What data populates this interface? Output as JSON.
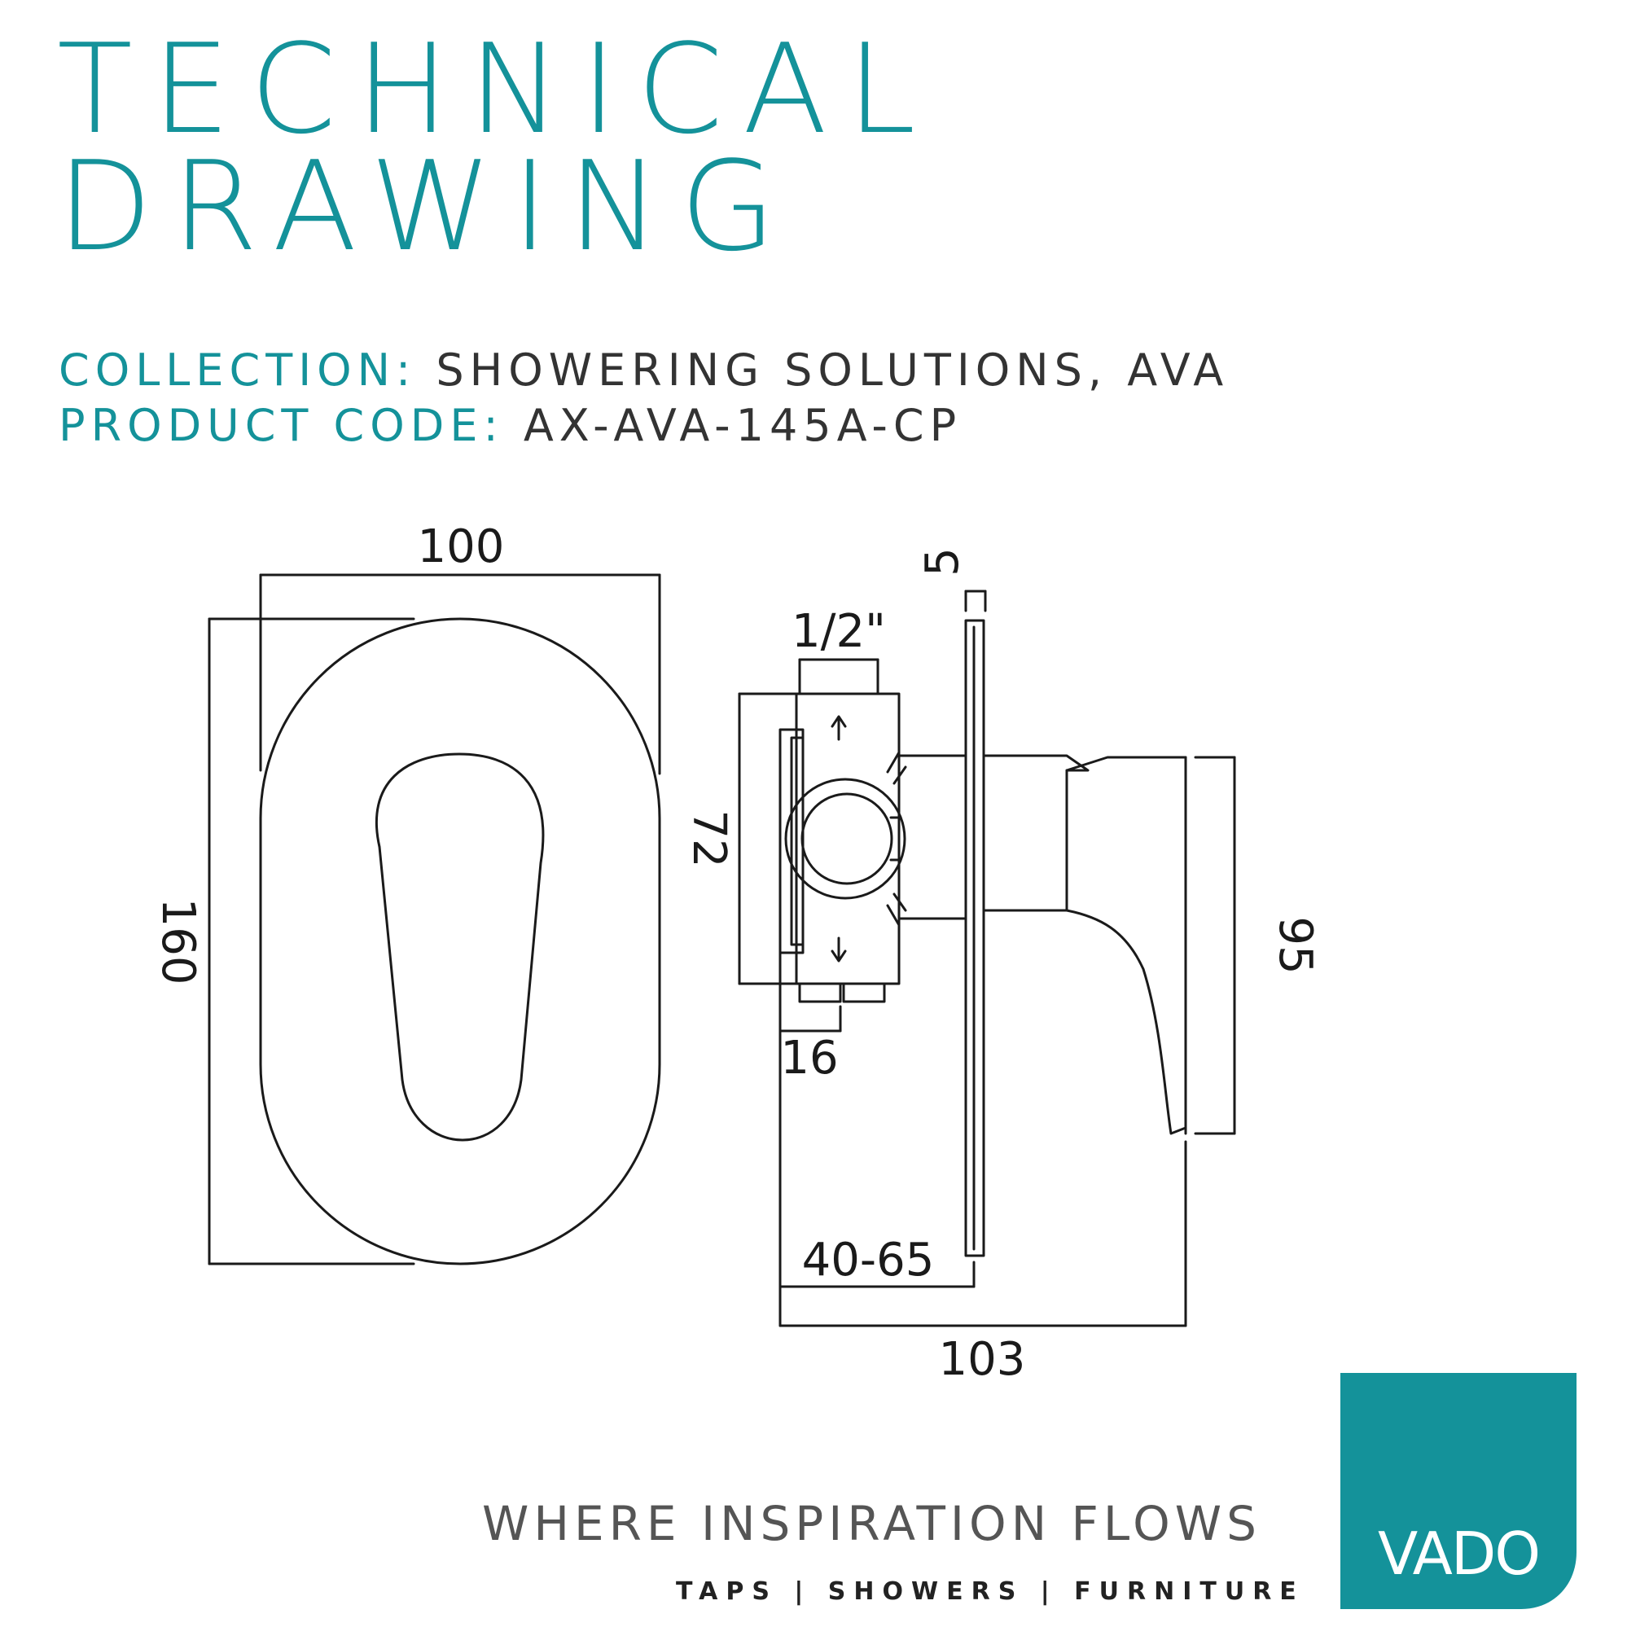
{
  "header": {
    "title_line1": "TECHNICAL",
    "title_line2": "DRAWING",
    "collection_label": "COLLECTION:",
    "collection_value": "SHOWERING SOLUTIONS, AVA",
    "product_code_label": "PRODUCT CODE:",
    "product_code_value": "AX-AVA-145A-CP"
  },
  "dimensions": {
    "width_front": "100",
    "height_front": "160",
    "thread_size": "1/2\"",
    "plate_thickness": "5",
    "body_height": "72",
    "body_offset": "16",
    "lever_height": "95",
    "wall_depth_range": "40-65",
    "total_depth": "103"
  },
  "footer": {
    "tagline": "WHERE INSPIRATION FLOWS",
    "subtagline": "TAPS | SHOWERS | FURNITURE",
    "logo_text": "VADO"
  },
  "colors": {
    "brand_teal": "#14929a",
    "line": "#1a1a1a",
    "text_grey": "#555555"
  }
}
